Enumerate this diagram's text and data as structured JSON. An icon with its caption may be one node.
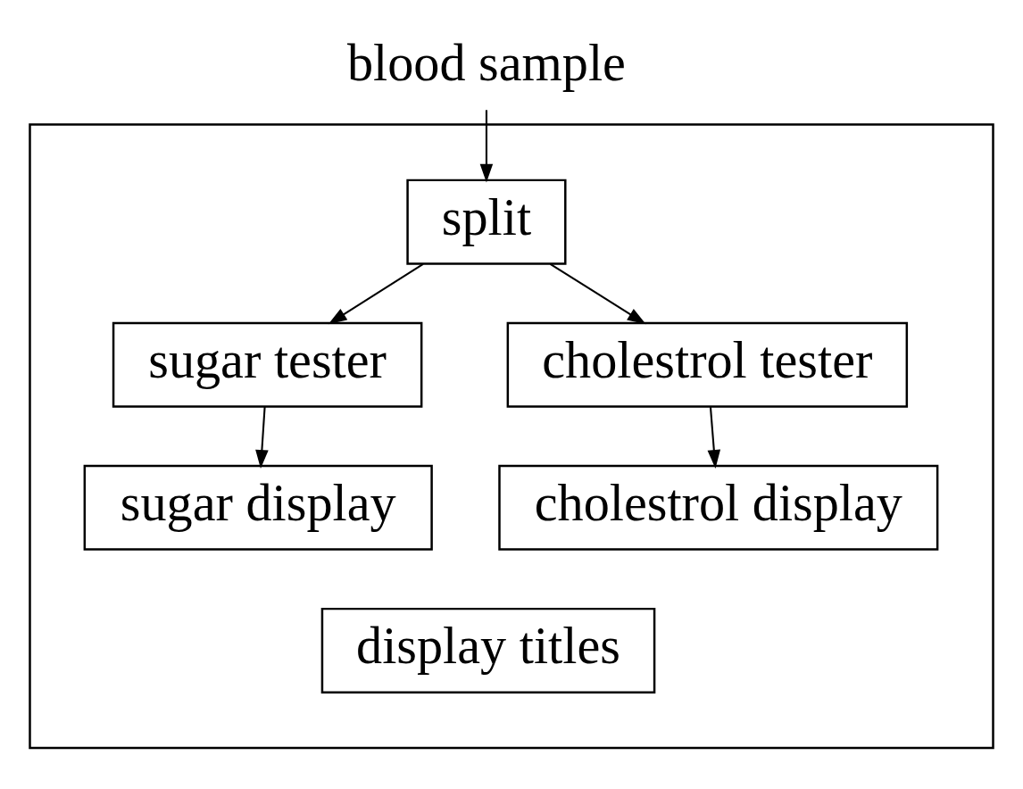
{
  "diagram": {
    "nodes": [
      {
        "text": [
          "blood sample"
        ]
      },
      {
        "text": [],
        "shape": "box"
      },
      {
        "text": [
          "split"
        ],
        "in": 1
      },
      {
        "text": [
          "sugar tester"
        ],
        "in": 1
      },
      {
        "text": [
          "cholestrol tester"
        ],
        "in": 1
      },
      {
        "text": [
          "sugar display"
        ],
        "in": 1
      },
      {
        "text": [
          "cholestrol display"
        ],
        "in": 1
      },
      {
        "text": [
          "display titles"
        ],
        "in": 1
      }
    ],
    "edges": [
      {
        "from": 0,
        "to": 2,
        "arrow": "to"
      },
      {
        "from": 2,
        "to": 3,
        "arrow": "to"
      },
      {
        "from": 2,
        "to": 4,
        "arrow": "to"
      },
      {
        "from": 3,
        "to": 5,
        "arrow": "to"
      },
      {
        "from": 4,
        "to": 6,
        "arrow": "to"
      }
    ]
  }
}
